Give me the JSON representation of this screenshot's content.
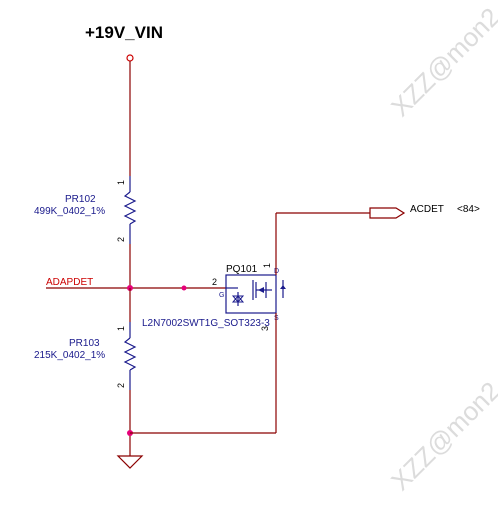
{
  "power_rail": {
    "label": "+19V_VIN"
  },
  "resistor_top": {
    "ref": "PR102",
    "value": "499K_0402_1%",
    "pin1": "1",
    "pin2": "2"
  },
  "resistor_bottom": {
    "ref": "PR103",
    "value": "215K_0402_1%",
    "pin1": "1",
    "pin2": "2"
  },
  "net_adapdet": {
    "label": "ADAPDET"
  },
  "mosfet": {
    "ref": "PQ101",
    "part": "L2N7002SWT1G_SOT323-3",
    "gate_pin": "2",
    "drain_pin": "1",
    "source_pin": "3",
    "gate_letter": "G",
    "drain_letter": "D",
    "source_letter": "S"
  },
  "output_port": {
    "label": "ACDET",
    "ref": "<84>"
  },
  "watermarks": [
    "XZZ@mon2",
    "XZZ@mon2"
  ],
  "colors": {
    "wire": "#8b0000",
    "component": "#1a1a8c",
    "junction": "#e6007a",
    "net_label": "#cc0000"
  }
}
